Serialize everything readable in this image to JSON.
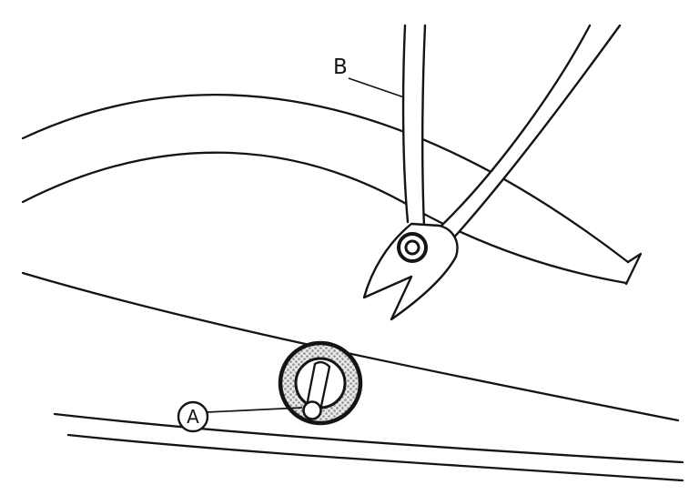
{
  "figure": {
    "background_color": "#ffffff",
    "line_color": "#141414",
    "stipple_color": "#8f8f8f",
    "callouts": {
      "a": {
        "label": "A",
        "style": "circled",
        "points_to": "valve-stem-grommet"
      },
      "b": {
        "label": "B",
        "style": "plain",
        "points_to": "diagonal-cutters"
      }
    },
    "parts": {
      "cutters": {
        "name": "diagonal-cutters"
      },
      "grommet": {
        "name": "valve-stem-grommet"
      },
      "rim": {
        "name": "tire-rim-contour-lines"
      }
    }
  }
}
